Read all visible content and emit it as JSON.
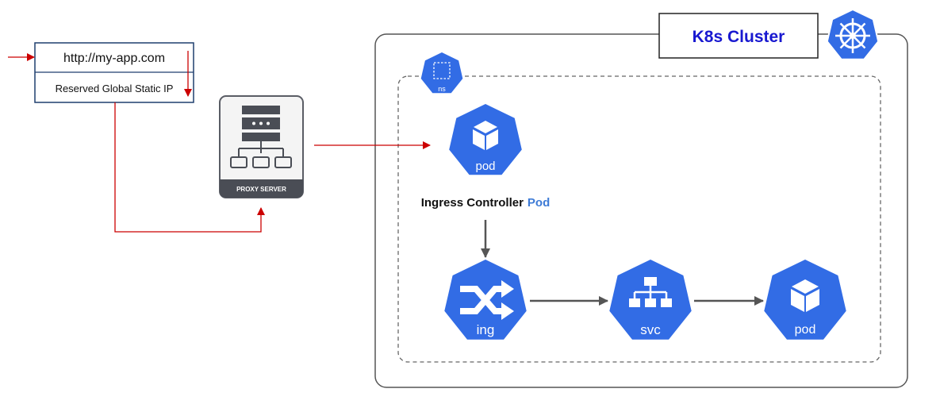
{
  "url_box": {
    "url": "http://my-app.com",
    "static_ip": "Reserved Global Static IP"
  },
  "proxy": {
    "label": "PROXY SERVER"
  },
  "cluster": {
    "title": "K8s Cluster"
  },
  "namespace": {
    "label": "ns"
  },
  "ingress_controller": {
    "pod_label": "pod",
    "caption_prefix": "Ingress Controller",
    "caption_suffix": "Pod"
  },
  "resources": {
    "ing_label": "ing",
    "svc_label": "svc",
    "pod_label": "pod"
  },
  "colors": {
    "k8s_blue": "#326CE5",
    "arrow_red": "#CC0000",
    "title_blue": "#1818D0",
    "caption_blue": "#3E7BD6",
    "url_box_border": "#1F3F6E",
    "proxy_bg": "#4A4D55",
    "arrow_gray": "#555555"
  },
  "icons": [
    "proxy-server-icon",
    "kubernetes-helm-icon",
    "namespace-icon",
    "pod-cube-icon",
    "ingress-shuffle-icon",
    "service-tree-icon"
  ]
}
